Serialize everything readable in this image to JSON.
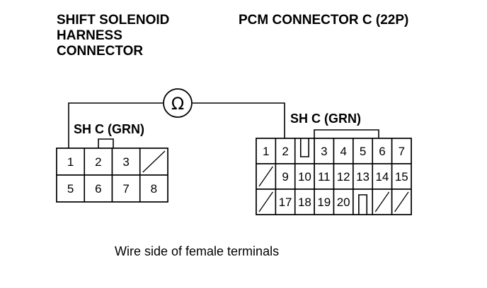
{
  "left_connector": {
    "title_lines": [
      "SHIFT SOLENOID",
      "HARNESS",
      "CONNECTOR"
    ],
    "label": "SH C (GRN)",
    "rows": [
      [
        "1",
        "2",
        "3",
        ""
      ],
      [
        "5",
        "6",
        "7",
        "8"
      ]
    ]
  },
  "right_connector": {
    "title": "PCM CONNECTOR C (22P)",
    "label": "SH C (GRN)",
    "rows": [
      [
        "1",
        "2",
        "",
        "3",
        "4",
        "5",
        "6",
        "7"
      ],
      [
        "",
        "9",
        "10",
        "11",
        "12",
        "13",
        "14",
        "15"
      ],
      [
        "",
        "17",
        "18",
        "19",
        "20",
        "",
        "",
        ""
      ]
    ]
  },
  "meter": {
    "symbol": "Ω",
    "icon": "ohmmeter-icon"
  },
  "caption": "Wire side of female terminals"
}
